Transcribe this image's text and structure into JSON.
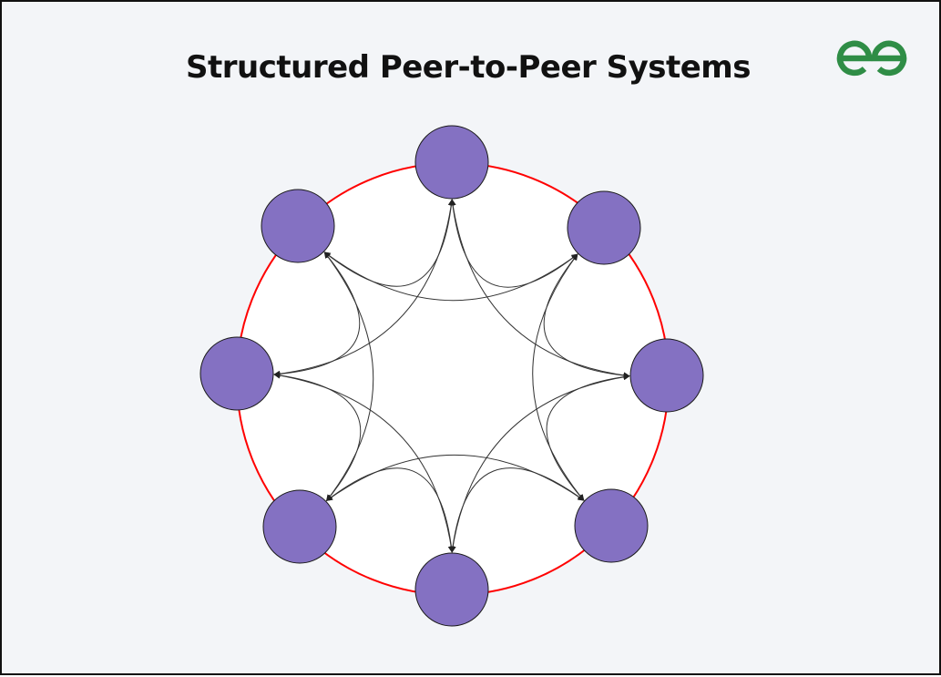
{
  "title": "Structured Peer-to-Peer Systems",
  "logo": {
    "name": "geeksforgeeks-logo",
    "color": "#2f8d46"
  },
  "diagram": {
    "type": "ring-network",
    "node_count": 8,
    "node_fill": "#8471c2",
    "ring_color": "#ff0000",
    "edge_color": "#333333",
    "ring_fill": "#ffffff",
    "connections": "each node linked by curved arrows to the nodes one and two steps away on the ring"
  }
}
